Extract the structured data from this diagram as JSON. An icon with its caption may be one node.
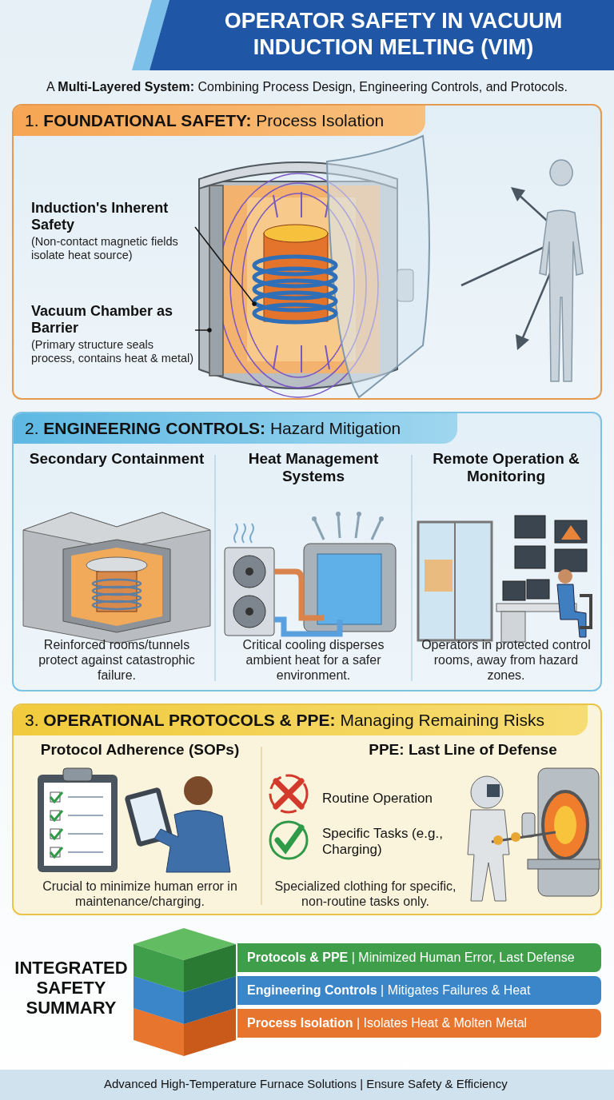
{
  "diagram": {
    "title": "OPERATOR SAFETY IN VACUUM INDUCTION MELTING (VIM)",
    "nodes": [
      {
        "text": [
          "1. **FOUNDATIONAL SAFETY:** Process Isolation"
        ]
      },
      {
        "text": [
          "Induction's Inherent Safety",
          "(Non-contact magnetic fields isolate heat source)"
        ],
        "in": 0
      },
      {
        "text": [],
        "shape": "box",
        "in": 0
      },
      {
        "text": [
          "Vacuum Chamber as Barrier",
          "(Primary structure seals process, contains heat & metal)"
        ],
        "in": 0
      },
      {
        "text": [],
        "shape": "picture",
        "in": 0
      },
      {
        "text": [
          "2. **ENGINEERING CONTROLS:** Hazard Mitigation"
        ]
      },
      {
        "text": [
          "Secondary Containment",
          "Reinforced rooms/tunnels protect against catastrophic failure."
        ],
        "in": 5
      },
      {
        "text": [
          "Heat Management Systems",
          "Critical cooling disperses ambient heat for a safer environment."
        ],
        "in": 5
      },
      {
        "text": [
          "Remote Operation & Monitoring",
          "Operators in protected control rooms, away from hazard zones."
        ],
        "in": 5
      },
      {
        "text": [
          "3. **OPERATIONAL PROTOCOLS & PPE:** Managing Remaining Risks"
        ]
      },
      {
        "text": [
          "Protocol Adherence (SOPs)",
          "Crucial to minimize human error in maintenance/charging."
        ],
        "in": 9
      },
      {
        "text": [
          "PPE: Last Line of Defense",
          "Specialized clothing for specific, non-routine tasks only."
        ],
        "in": 9
      },
      {
        "text": [
          "**Protocols & PPE** | Minimized Human Error, Last Defense"
        ]
      },
      {
        "text": [
          "**Engineering Controls** | Mitigates Failures & Heat"
        ]
      },
      {
        "text": [
          "**Process Isolation** | Isolates Heat & Molten Metal"
        ]
      }
    ],
    "edges": [
      {
        "from": 1,
        "to": 4,
        "arrow": "other"
      },
      {
        "from": 3,
        "to": 2,
        "arrow": "other"
      }
    ],
    "labels": [
      "A **Multi-Layered System:** Combining Process Design, Engineering Controls, and Protocols.",
      "Routine Operation",
      "Specific Tasks (e.g., Charging)",
      "INTEGRATED SAFETY SUMMARY",
      "Advanced High-Temperature Furnace Solutions | Ensure Safety & Efficiency"
    ]
  }
}
